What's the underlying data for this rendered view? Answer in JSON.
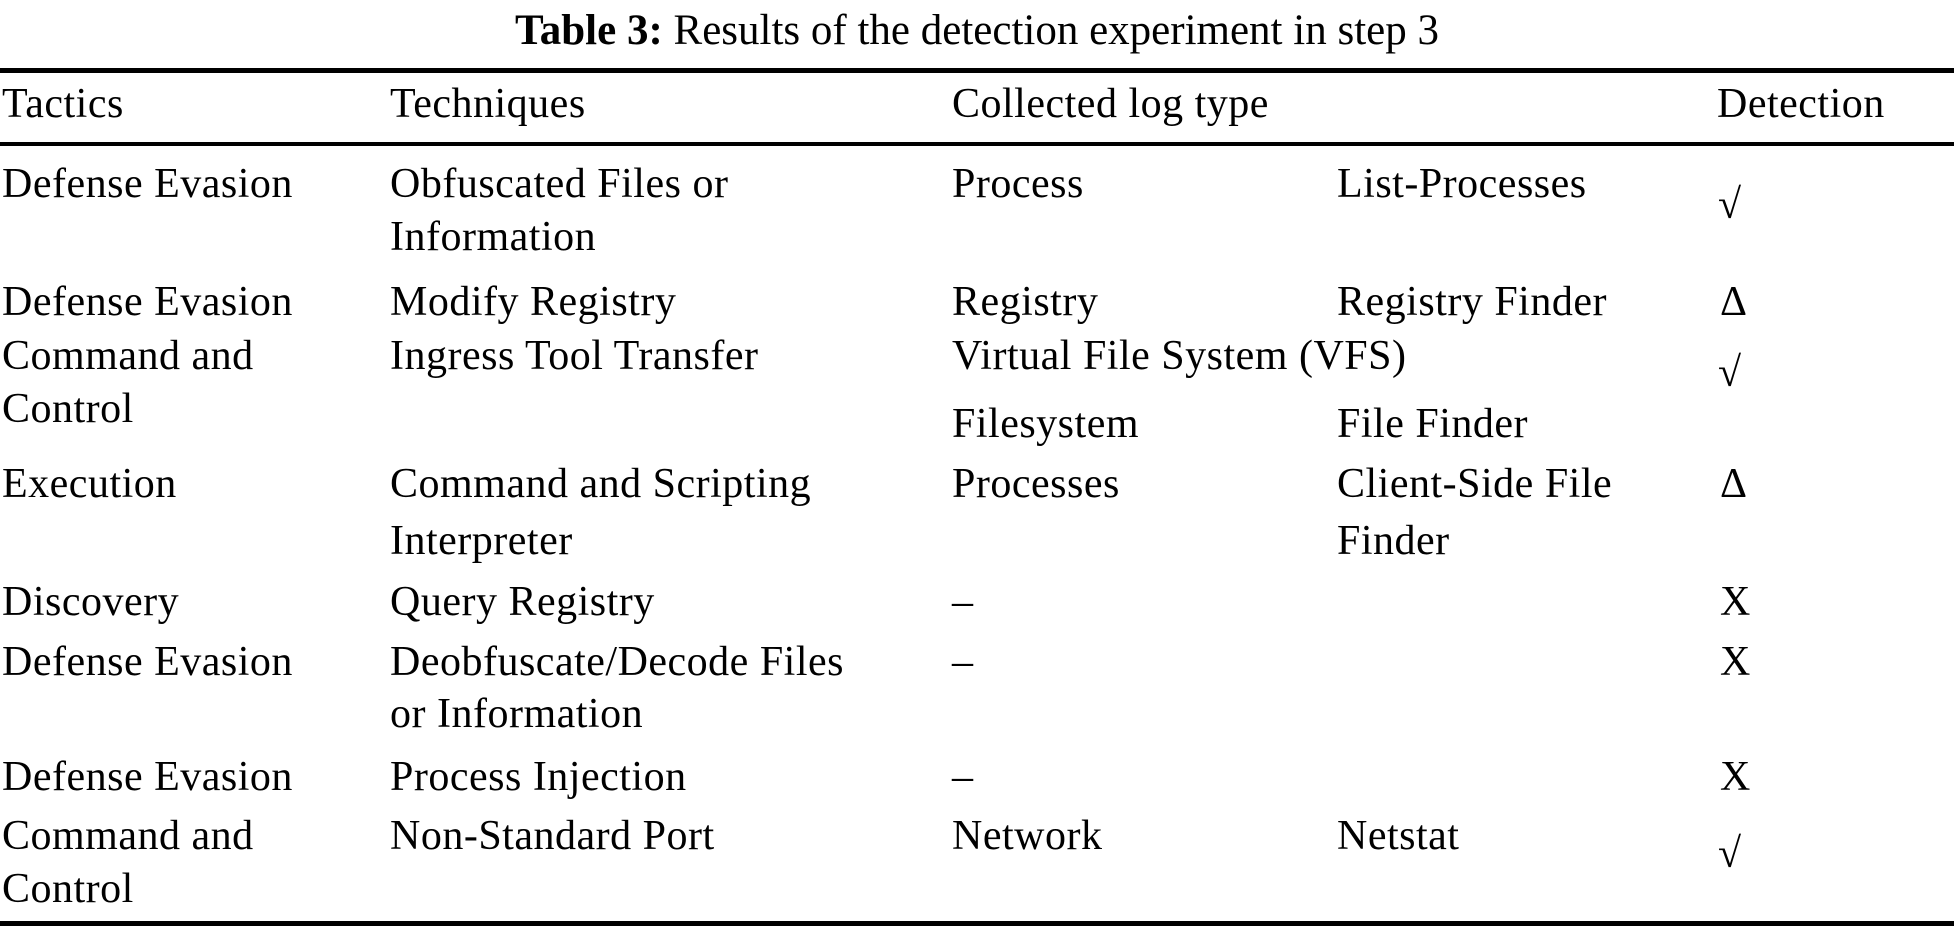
{
  "title": {
    "prefix": "Table 3:",
    "text": "Results of the detection experiment in step 3"
  },
  "header": {
    "tactics": "Tactics",
    "techniques": "Techniques",
    "log_type": "Collected log type",
    "detection": "Detection"
  },
  "symbols": {
    "detected": "√",
    "partially_detected": "Δ",
    "not_detected": "X",
    "no_log": "–"
  },
  "rows": [
    {
      "tactics": [
        "Defense Evasion"
      ],
      "techniques": [
        "Obfuscated Files or",
        "Information"
      ],
      "log_type": [
        "Process"
      ],
      "log_tool": [
        "List-Processes"
      ],
      "detection": "√"
    },
    {
      "tactics": [
        "Defense Evasion"
      ],
      "techniques": [
        "Modify Registry"
      ],
      "log_type": [
        "Registry"
      ],
      "log_tool": [
        "Registry Finder"
      ],
      "detection": "Δ"
    },
    {
      "tactics": [
        "Command and",
        "Control"
      ],
      "techniques": [
        "Ingress Tool Transfer"
      ],
      "log_type": [
        "Virtual File System (VFS)",
        "Filesystem"
      ],
      "log_tool": [
        "",
        "File Finder"
      ],
      "detection": "√"
    },
    {
      "tactics": [
        "Execution"
      ],
      "techniques": [
        "Command and Scripting",
        "Interpreter"
      ],
      "log_type": [
        "Processes"
      ],
      "log_tool": [
        "Client-Side File",
        "Finder"
      ],
      "detection": "Δ"
    },
    {
      "tactics": [
        "Discovery"
      ],
      "techniques": [
        "Query Registry"
      ],
      "log_type": [
        "–"
      ],
      "log_tool": [],
      "detection": "X"
    },
    {
      "tactics": [
        "Defense Evasion"
      ],
      "techniques": [
        "Deobfuscate/Decode Files",
        "or Information"
      ],
      "log_type": [
        "–"
      ],
      "log_tool": [],
      "detection": "X"
    },
    {
      "tactics": [
        "Defense Evasion"
      ],
      "techniques": [
        "Process Injection"
      ],
      "log_type": [
        "–"
      ],
      "log_tool": [],
      "detection": "X"
    },
    {
      "tactics": [
        "Command and",
        "Control"
      ],
      "techniques": [
        "Non-Standard Port"
      ],
      "log_type": [
        "Network"
      ],
      "log_tool": [
        "Netstat"
      ],
      "detection": "√"
    }
  ]
}
